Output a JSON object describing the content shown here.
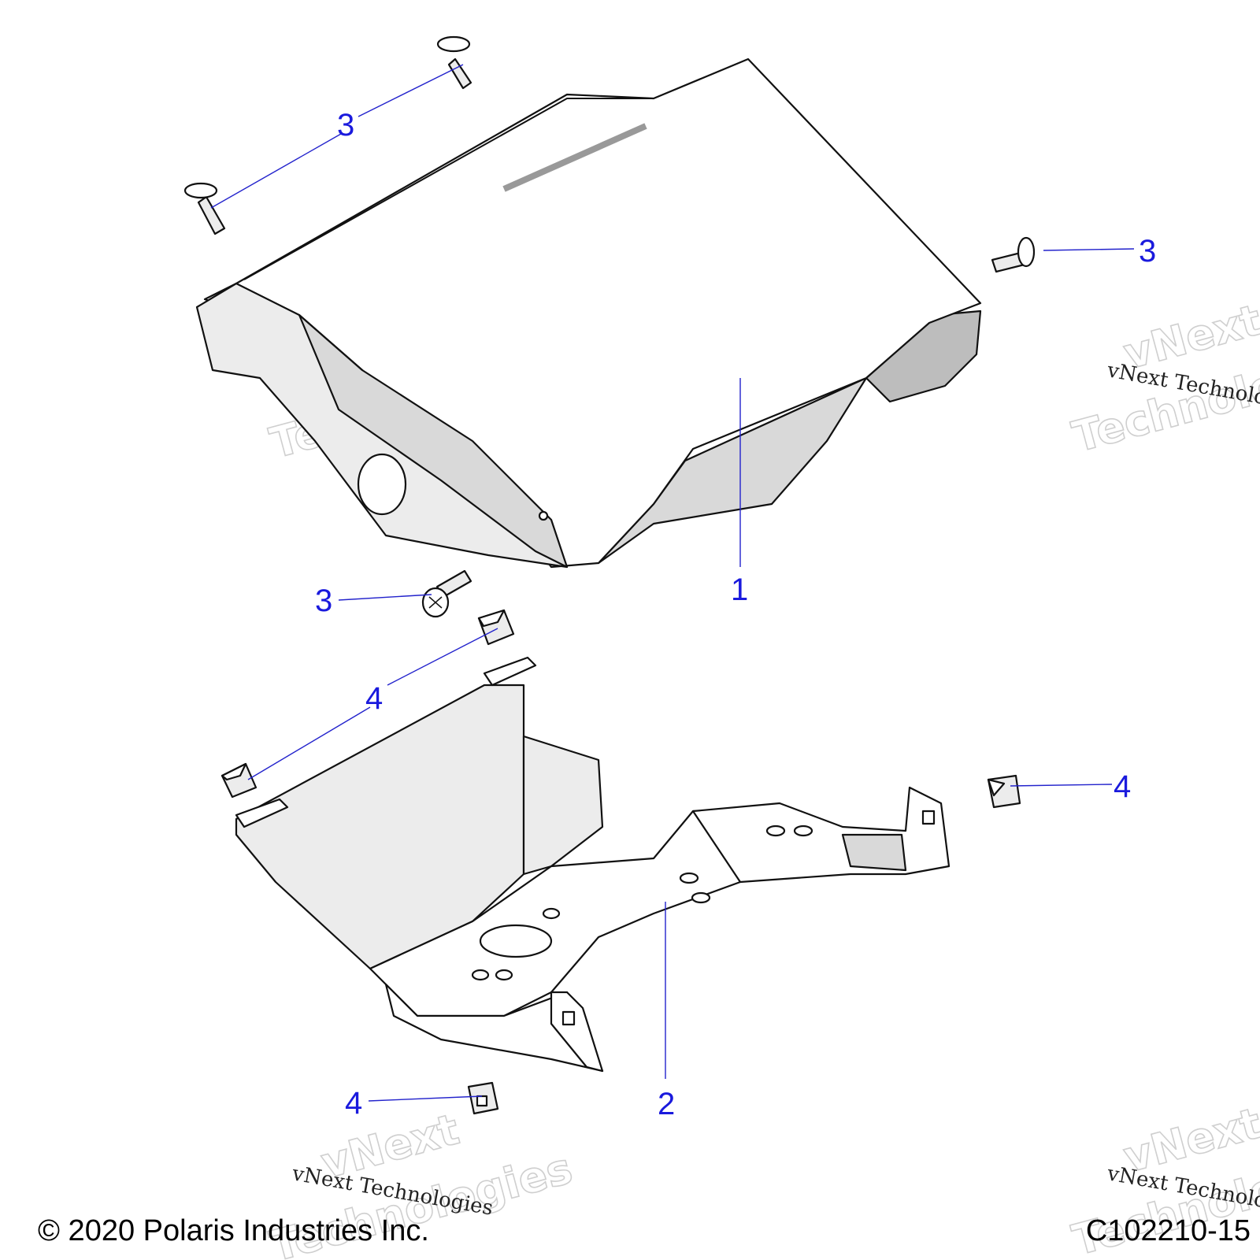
{
  "callouts": {
    "c1": "1",
    "c2": "2",
    "c3a": "3",
    "c3b": "3",
    "c3c": "3",
    "c4a": "4",
    "c4b": "4",
    "c4c": "4"
  },
  "watermark": {
    "line1": "vNext",
    "line2": "Technologies",
    "small": "vNext Technologies"
  },
  "footer": {
    "copyright": "© 2020 Polaris Industries Inc.",
    "figure_id": "C102210-15"
  },
  "colors": {
    "callout": "#1a1add",
    "leader": "#2222cc"
  }
}
